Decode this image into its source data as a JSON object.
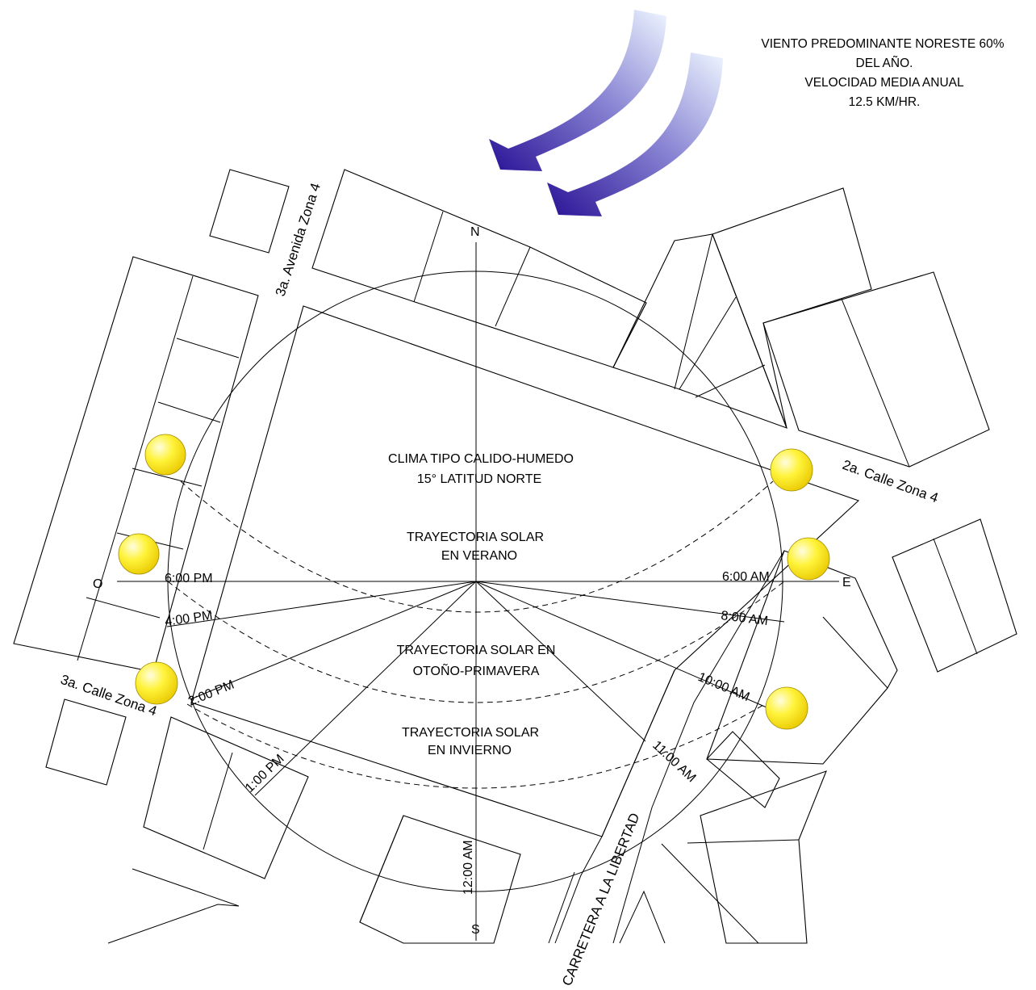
{
  "wind_note": {
    "line1": "VIENTO PREDOMINANTE NORESTE 60%",
    "line2": "DEL AÑO.",
    "line3": "VELOCIDAD MEDIA ANUAL",
    "line4": "12.5 KM/HR."
  },
  "cardinal": {
    "north": "N",
    "south": "S",
    "east": "E",
    "west": "O"
  },
  "climate": {
    "line1": "CLIMA TIPO CALIDO-HUMEDO",
    "line2": "15° LATITUD NORTE"
  },
  "paths": {
    "summer": {
      "line1": "TRAYECTORIA SOLAR",
      "line2": "EN VERANO"
    },
    "equinox": {
      "line1": "TRAYECTORIA SOLAR EN",
      "line2": "OTOÑO-PRIMAVERA"
    },
    "winter": {
      "line1": "TRAYECTORIA SOLAR",
      "line2": "EN INVIERNO"
    }
  },
  "hours": {
    "h6am": "6:00 AM",
    "h8am": "8:00 AM",
    "h10am": "10:00 AM",
    "h11am": "11:00 AM",
    "h12am": "12:00 AM",
    "h1pm": "1:00 PM",
    "h2pm": "2:00 PM",
    "h4pm": "4:00 PM",
    "h6pm": "6:00 PM"
  },
  "streets": {
    "avenida": "3a. Avenida Zona 4",
    "calle2": "2a. Calle  Zona 4",
    "calle3": "3a. Calle  Zona 4",
    "carretera": "CARRETERA A LA LIBERTAD"
  },
  "colors": {
    "sun_fill": "#f7e700",
    "sun_highlight": "#fffde0",
    "sun_edge": "#a08a00",
    "wind_dark": "#2a1296",
    "wind_light": "#e8f1ff"
  }
}
